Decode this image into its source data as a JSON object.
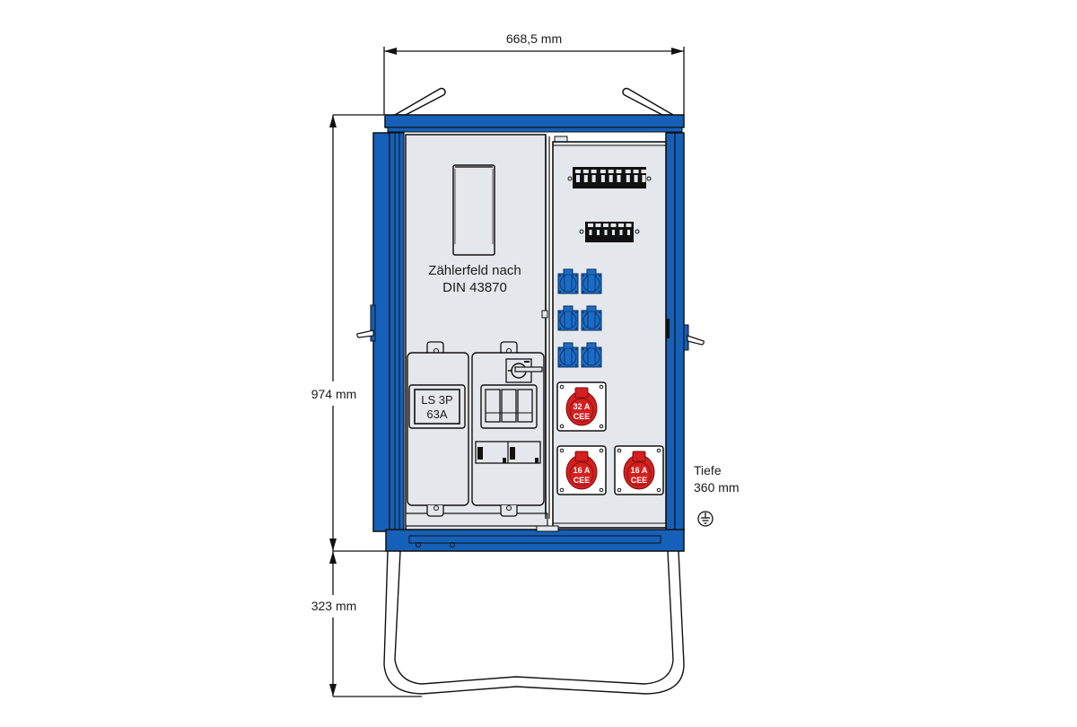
{
  "title": "Baustromverteiler Technische Zeichnung",
  "colors": {
    "cabinet_blue": "#1560b8",
    "panel_grey": "#e4e8ec",
    "socket_blue": "#1a6cc4",
    "cee_red": "#d42020",
    "outline": "#111111"
  },
  "dimensions": {
    "width": "668,5 mm",
    "height": "974 mm",
    "leg_height": "323 mm",
    "depth_label": "Tiefe",
    "depth_value": "360 mm"
  },
  "meter_field": {
    "line1": "Zählerfeld nach",
    "line2": "DIN 43870"
  },
  "breaker_label": {
    "line1": "LS 3P",
    "line2": "63A"
  },
  "schuko_sockets": {
    "count": 6,
    "icon": "schuko-socket-icon"
  },
  "cee_sockets": [
    {
      "rating": "32 A",
      "type": "CEE"
    },
    {
      "rating": "16 A",
      "type": "CEE"
    },
    {
      "rating": "16 A",
      "type": "CEE"
    }
  ],
  "ground_symbol": "ground-icon"
}
